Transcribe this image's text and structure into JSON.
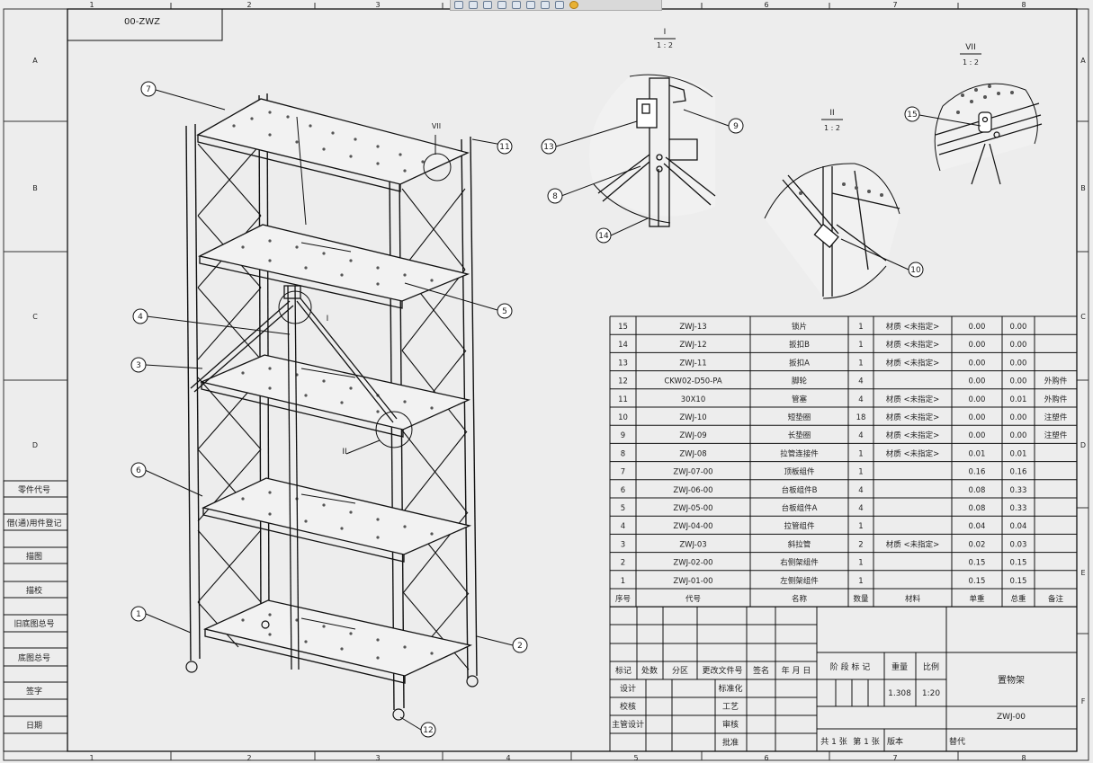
{
  "drawing_code_box": "00-ZWZ",
  "zone_columns": [
    "1",
    "2",
    "3",
    "4",
    "5",
    "6",
    "7",
    "8"
  ],
  "zone_rows": [
    "A",
    "B",
    "C",
    "D",
    "E",
    "F"
  ],
  "left_strip_labels": [
    "零件代号",
    "借(通)用件登记",
    "描图",
    "描校",
    "旧底图总号",
    "底图总号",
    "签字",
    "日期"
  ],
  "view_labels": {
    "detail_I_name": "I",
    "detail_I_scale": "1 : 2",
    "detail_II_name": "II",
    "detail_II_scale": "1 : 2",
    "detail_VII_name": "VII",
    "detail_VII_scale": "1 : 2",
    "ref_I": "I",
    "ref_II": "II",
    "ref_VII": "VII"
  },
  "balloons": {
    "b1": "1",
    "b2": "2",
    "b3": "3",
    "b4": "4",
    "b5": "5",
    "b6": "6",
    "b7": "7",
    "b11": "11",
    "b12": "12",
    "d13": "13",
    "d9": "9",
    "d8": "8",
    "d14": "14",
    "d10": "10",
    "d15": "15"
  },
  "bom_rows": [
    {
      "no": "15",
      "code": "ZWJ-13",
      "name": "锁片",
      "qty": "1",
      "material": "材质 <未指定>",
      "unit": "0.00",
      "total": "0.00",
      "note": ""
    },
    {
      "no": "14",
      "code": "ZWJ-12",
      "name": "扳扣B",
      "qty": "1",
      "material": "材质 <未指定>",
      "unit": "0.00",
      "total": "0.00",
      "note": ""
    },
    {
      "no": "13",
      "code": "ZWJ-11",
      "name": "扳扣A",
      "qty": "1",
      "material": "材质 <未指定>",
      "unit": "0.00",
      "total": "0.00",
      "note": ""
    },
    {
      "no": "12",
      "code": "CKW02-D50-PA",
      "name": "脚轮",
      "qty": "4",
      "material": "",
      "unit": "0.00",
      "total": "0.00",
      "note": "外购件"
    },
    {
      "no": "11",
      "code": "30X10",
      "name": "管塞",
      "qty": "4",
      "material": "材质 <未指定>",
      "unit": "0.00",
      "total": "0.01",
      "note": "外购件"
    },
    {
      "no": "10",
      "code": "ZWJ-10",
      "name": "短垫圈",
      "qty": "18",
      "material": "材质 <未指定>",
      "unit": "0.00",
      "total": "0.00",
      "note": "注塑件"
    },
    {
      "no": "9",
      "code": "ZWJ-09",
      "name": "长垫圈",
      "qty": "4",
      "material": "材质 <未指定>",
      "unit": "0.00",
      "total": "0.00",
      "note": "注塑件"
    },
    {
      "no": "8",
      "code": "ZWJ-08",
      "name": "拉管连接件",
      "qty": "1",
      "material": "材质 <未指定>",
      "unit": "0.01",
      "total": "0.01",
      "note": ""
    },
    {
      "no": "7",
      "code": "ZWJ-07-00",
      "name": "顶板组件",
      "qty": "1",
      "material": "",
      "unit": "0.16",
      "total": "0.16",
      "note": ""
    },
    {
      "no": "6",
      "code": "ZWJ-06-00",
      "name": "台板组件B",
      "qty": "4",
      "material": "",
      "unit": "0.08",
      "total": "0.33",
      "note": ""
    },
    {
      "no": "5",
      "code": "ZWJ-05-00",
      "name": "台板组件A",
      "qty": "4",
      "material": "",
      "unit": "0.08",
      "total": "0.33",
      "note": ""
    },
    {
      "no": "4",
      "code": "ZWJ-04-00",
      "name": "拉管组件",
      "qty": "1",
      "material": "",
      "unit": "0.04",
      "total": "0.04",
      "note": ""
    },
    {
      "no": "3",
      "code": "ZWJ-03",
      "name": "斜拉管",
      "qty": "2",
      "material": "材质 <未指定>",
      "unit": "0.02",
      "total": "0.03",
      "note": ""
    },
    {
      "no": "2",
      "code": "ZWJ-02-00",
      "name": "右侧架组件",
      "qty": "1",
      "material": "",
      "unit": "0.15",
      "total": "0.15",
      "note": ""
    },
    {
      "no": "1",
      "code": "ZWJ-01-00",
      "name": "左侧架组件",
      "qty": "1",
      "material": "",
      "unit": "0.15",
      "total": "0.15",
      "note": ""
    }
  ],
  "bom_header": {
    "no": "序号",
    "code": "代号",
    "name": "名称",
    "qty": "数量",
    "material": "材料",
    "unit": "单重",
    "total": "总重",
    "note": "备注"
  },
  "title_block": {
    "rev_headers": [
      "标记",
      "处数",
      "分区",
      "更改文件号",
      "签名",
      "年 月 日"
    ],
    "design": "设计",
    "standard": "标准化",
    "check": "校核",
    "process": "工艺",
    "chief": "主管设计",
    "review": "审核",
    "approve": "批准",
    "stage_label": "阶 段 标 记",
    "weight_label": "重量",
    "scale_label": "比例",
    "weight_value": "1.308",
    "scale_value": "1:20",
    "drawing_name": "置物架",
    "drawing_number": "ZWJ-00",
    "sheets": "共 1 张",
    "sheet_no": "第 1 张",
    "version": "版本",
    "replace": "替代"
  }
}
